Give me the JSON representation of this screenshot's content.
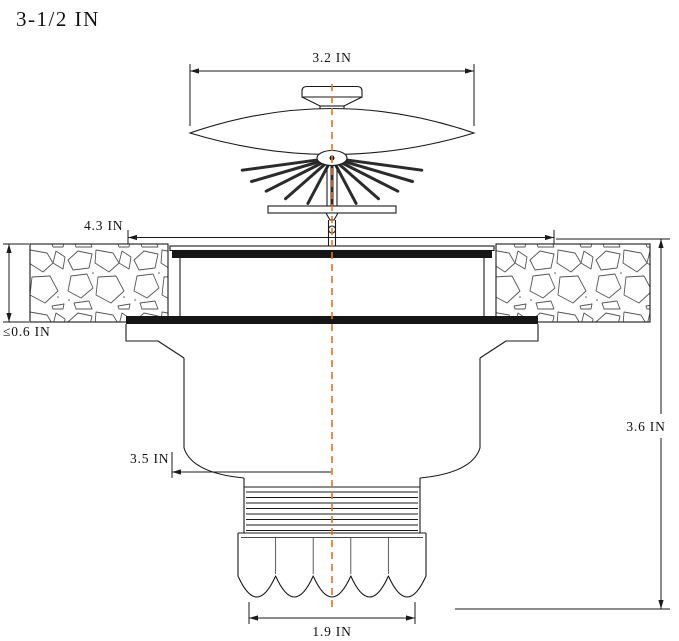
{
  "title": "3-1/2 IN",
  "dimensions": {
    "strainer_top_diameter": "3.2 IN",
    "flange_diameter": "4.3 IN",
    "max_countertop_thickness": "≤0.6 IN",
    "body_diameter": "3.5 IN",
    "overall_height": "3.6 IN",
    "outlet_diameter": "1.9 IN"
  },
  "colors": {
    "line": "#1a1a1a",
    "centerline": "#e0762a",
    "background": "#ffffff"
  }
}
